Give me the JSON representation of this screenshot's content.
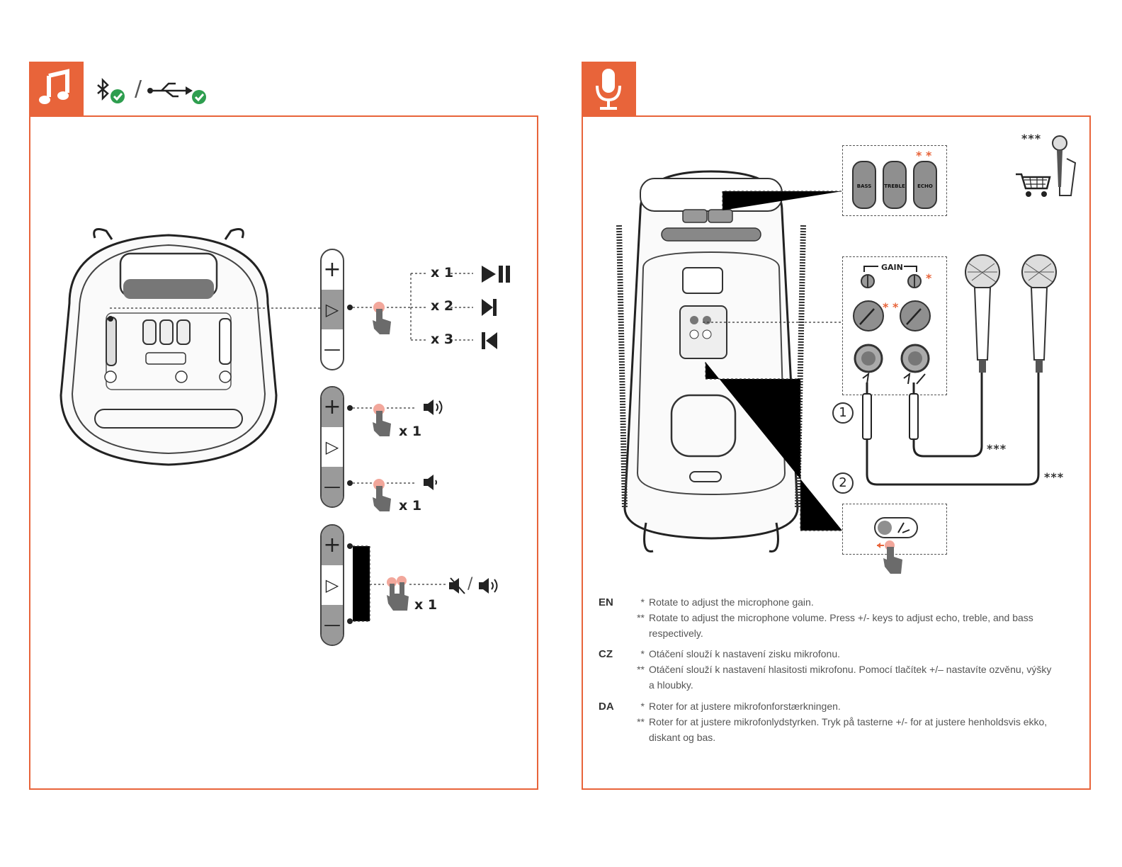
{
  "left_panel": {
    "header_icon": "music-note-icon",
    "source_icons": [
      "bluetooth-check-icon",
      "usb-check-icon"
    ],
    "separator": "/",
    "play_control": {
      "plus": "+",
      "play": "▷",
      "minus": "—",
      "presses": [
        {
          "count": "x 1",
          "action_icon": "play-pause-icon"
        },
        {
          "count": "x 2",
          "action_icon": "next-track-icon"
        },
        {
          "count": "x 3",
          "action_icon": "previous-track-icon"
        }
      ]
    },
    "volume_up": {
      "count": "x 1",
      "icon": "volume-up-icon"
    },
    "volume_down": {
      "count": "x 1",
      "icon": "volume-down-icon"
    },
    "mute": {
      "count": "x 1",
      "icons": [
        "mute-icon",
        "unmute-icon"
      ],
      "separator": "/"
    }
  },
  "right_panel": {
    "header_icon": "microphone-icon",
    "keys": [
      "BASS",
      "TREBLE",
      "ECHO"
    ],
    "keys_mark": "* *",
    "gain_label": "GAIN",
    "gain_mark": "*",
    "volume_mark": "* *",
    "step_1": "1",
    "step_2": "2",
    "cable_marks": [
      "***",
      "***",
      "***"
    ],
    "notes": [
      {
        "lang": "EN",
        "lines": [
          {
            "mark": "*",
            "text": "Rotate to adjust the microphone gain."
          },
          {
            "mark": "**",
            "text": "Rotate to adjust the microphone volume. Press +/- keys to adjust echo, treble, and bass respectively."
          }
        ]
      },
      {
        "lang": "CZ",
        "lines": [
          {
            "mark": "*",
            "text": "Otáčení slouží k nastavení zisku mikrofonu."
          },
          {
            "mark": "**",
            "text": "Otáčení slouží k nastavení hlasitosti mikrofonu. Pomocí tlačítek +/– nastavíte ozvěnu, výšky a hloubky."
          }
        ]
      },
      {
        "lang": "DA",
        "lines": [
          {
            "mark": "*",
            "text": "Roter for at justere mikrofonforstærkningen."
          },
          {
            "mark": "**",
            "text": "Roter for at justere mikrofonlydstyrken. Tryk på tasterne +/- for at justere henholdsvis ekko, diskant og bas."
          }
        ]
      }
    ]
  },
  "colors": {
    "accent": "#e8643a",
    "check": "#2e9e4f",
    "ink": "#222222",
    "button_gray": "#9a9a9a"
  }
}
